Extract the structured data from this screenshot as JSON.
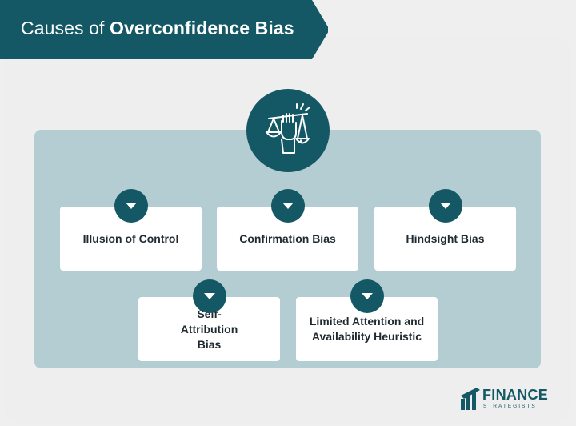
{
  "title": {
    "prefix": "Causes of ",
    "emphasis": "Overconfidence Bias"
  },
  "center_icon": "scales-hand-icon",
  "causes": [
    {
      "label": "Illusion of Control"
    },
    {
      "label": "Confirmation Bias"
    },
    {
      "label": "Hindsight Bias"
    },
    {
      "label": "Self-Attribution Bias"
    },
    {
      "label": "Limited Attention and Availability Heuristic"
    }
  ],
  "logo": {
    "name": "FINANCE",
    "sub": "STRATEGISTS"
  },
  "colors": {
    "primary": "#135864",
    "panel": "#b4cdd2",
    "background": "#eeeeee"
  }
}
